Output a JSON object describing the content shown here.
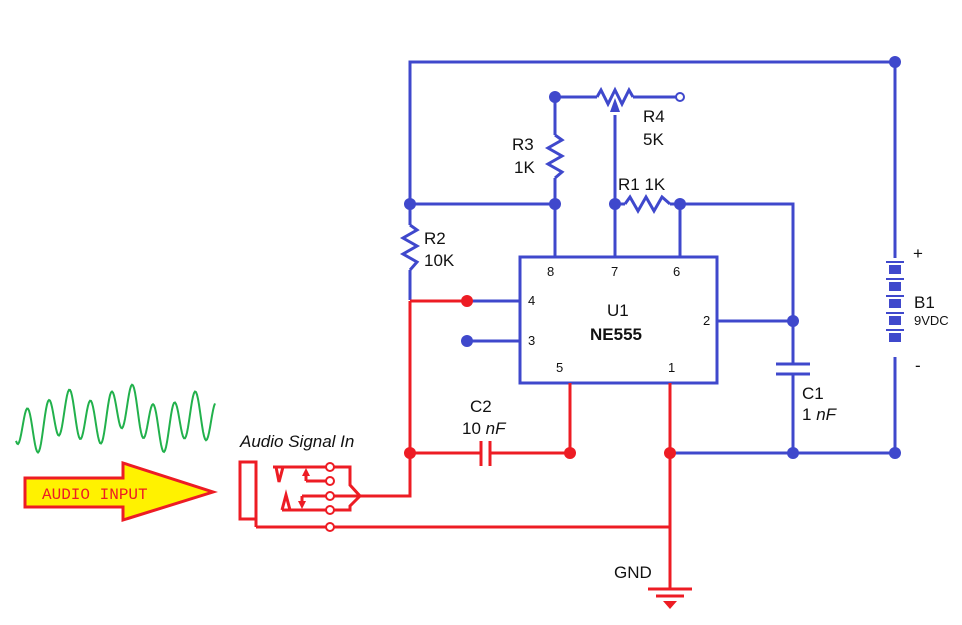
{
  "components": {
    "r1": {
      "ref": "R1 1K"
    },
    "r2": {
      "ref": "R2",
      "value": "10K"
    },
    "r3": {
      "ref": "R3",
      "value": "1K"
    },
    "r4": {
      "ref": "R4",
      "value": "5K"
    },
    "c1": {
      "ref": "C1",
      "value_num": "1",
      "value_unit": "nF"
    },
    "c2": {
      "ref": "C2",
      "value_num": "10",
      "value_unit": "nF"
    },
    "u1": {
      "ref": "U1",
      "part": "NE555",
      "pins": [
        "8",
        "7",
        "6",
        "4",
        "3",
        "2",
        "5",
        "1"
      ]
    },
    "b1": {
      "ref": "B1",
      "value": "9VDC",
      "plus": "+",
      "minus": "-"
    },
    "gnd": {
      "label": "GND"
    },
    "jack": {
      "label": "Audio Signal In"
    }
  },
  "audio_input": {
    "label": "AUDIO INPUT"
  },
  "colors": {
    "wire_blue": "#3f48cc",
    "wire_red": "#ed1c24",
    "waveform": "#22b14c",
    "arrow_fill": "#fff200"
  }
}
